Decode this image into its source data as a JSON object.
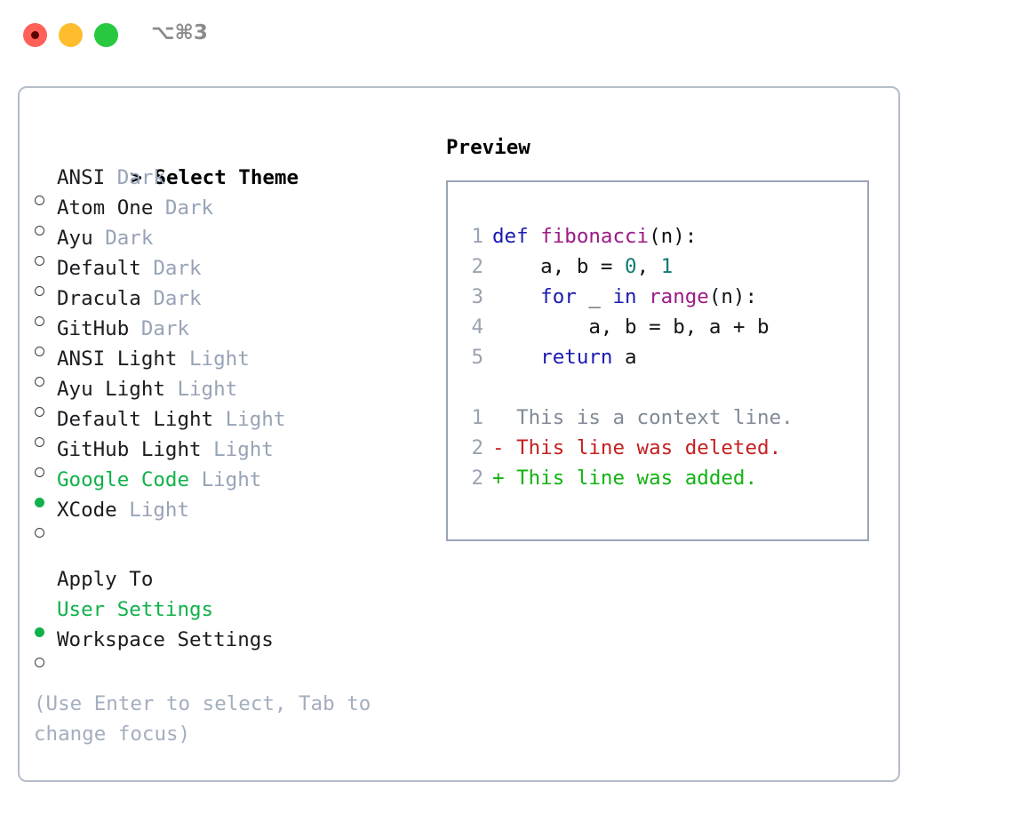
{
  "window": {
    "shortcut_label": "⌥⌘3",
    "traffic_lights": {
      "close_color": "#ff6159",
      "close_center_color": "#5c0000",
      "minimize_color": "#ffbd2e",
      "maximize_color": "#28c840"
    }
  },
  "theme_picker": {
    "title": "Select Theme",
    "title_prefix": "> ",
    "selected_marker": "●",
    "unselected_marker": "○",
    "accent_color": "#10b14a",
    "badge_color": "#97a3b6",
    "items": [
      {
        "label": "ANSI",
        "badge": "Dark",
        "selected": false
      },
      {
        "label": "Atom One",
        "badge": "Dark",
        "selected": false
      },
      {
        "label": "Ayu",
        "badge": "Dark",
        "selected": false
      },
      {
        "label": "Default",
        "badge": "Dark",
        "selected": false
      },
      {
        "label": "Dracula",
        "badge": "Dark",
        "selected": false
      },
      {
        "label": "GitHub",
        "badge": "Dark",
        "selected": false
      },
      {
        "label": "ANSI Light",
        "badge": "Light",
        "selected": false
      },
      {
        "label": "Ayu Light",
        "badge": "Light",
        "selected": false
      },
      {
        "label": "Default Light",
        "badge": "Light",
        "selected": false
      },
      {
        "label": "GitHub Light",
        "badge": "Light",
        "selected": false
      },
      {
        "label": "Google Code",
        "badge": "Light",
        "selected": true
      },
      {
        "label": "XCode",
        "badge": "Light",
        "selected": false
      }
    ]
  },
  "apply_to": {
    "title": "Apply To",
    "options": [
      {
        "label": "User Settings",
        "selected": true
      },
      {
        "label": "Workspace Settings",
        "selected": false
      }
    ]
  },
  "hint": "(Use Enter to select, Tab to change focus)",
  "preview": {
    "title": "Preview",
    "code_lines": [
      {
        "number": "1",
        "tokens": [
          {
            "text": "def ",
            "kind": "kw"
          },
          {
            "text": "fibonacci",
            "kind": "fn"
          },
          {
            "text": "(n):",
            "kind": "pl"
          }
        ]
      },
      {
        "number": "2",
        "tokens": [
          {
            "text": "    a, b = ",
            "kind": "pl"
          },
          {
            "text": "0",
            "kind": "num"
          },
          {
            "text": ", ",
            "kind": "pl"
          },
          {
            "text": "1",
            "kind": "num"
          }
        ]
      },
      {
        "number": "3",
        "tokens": [
          {
            "text": "    for ",
            "kind": "kw"
          },
          {
            "text": "_ ",
            "kind": "pl"
          },
          {
            "text": "in ",
            "kind": "kw"
          },
          {
            "text": "range",
            "kind": "fn"
          },
          {
            "text": "(n):",
            "kind": "pl"
          }
        ]
      },
      {
        "number": "4",
        "tokens": [
          {
            "text": "        a, b = b, a + b",
            "kind": "pl"
          }
        ]
      },
      {
        "number": "5",
        "tokens": [
          {
            "text": "    return ",
            "kind": "kw"
          },
          {
            "text": "a",
            "kind": "pl"
          }
        ]
      }
    ],
    "diff_lines": [
      {
        "number": "1",
        "marker": "  ",
        "text": "This is a context line.",
        "kind": "ctx"
      },
      {
        "number": "2",
        "marker": "- ",
        "text": "This line was deleted.",
        "kind": "del"
      },
      {
        "number": "2",
        "marker": "+ ",
        "text": "This line was added.",
        "kind": "add"
      }
    ],
    "colors": {
      "keyword": "#1a1ab0",
      "function": "#9c1a86",
      "number": "#0f7a73",
      "plain": "#131318",
      "line_number": "#9aa3b0",
      "context": "#808a96",
      "deleted": "#c42020",
      "added": "#12b212",
      "border": "#9aa5b4"
    }
  }
}
